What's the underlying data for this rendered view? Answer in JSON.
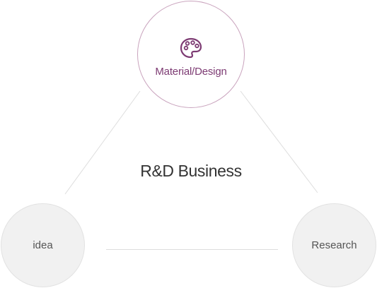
{
  "diagram": {
    "center_title": "R&D Business",
    "nodes": {
      "top": {
        "label": "Material/Design",
        "icon": "palette-icon"
      },
      "left": {
        "label": "idea"
      },
      "right": {
        "label": "Research"
      }
    },
    "colors": {
      "accent": "#7d3b73",
      "accent_border": "#c9a3bd",
      "node_fill": "#f1f1f1",
      "connector": "#dddddd",
      "title_text": "#333333"
    }
  }
}
